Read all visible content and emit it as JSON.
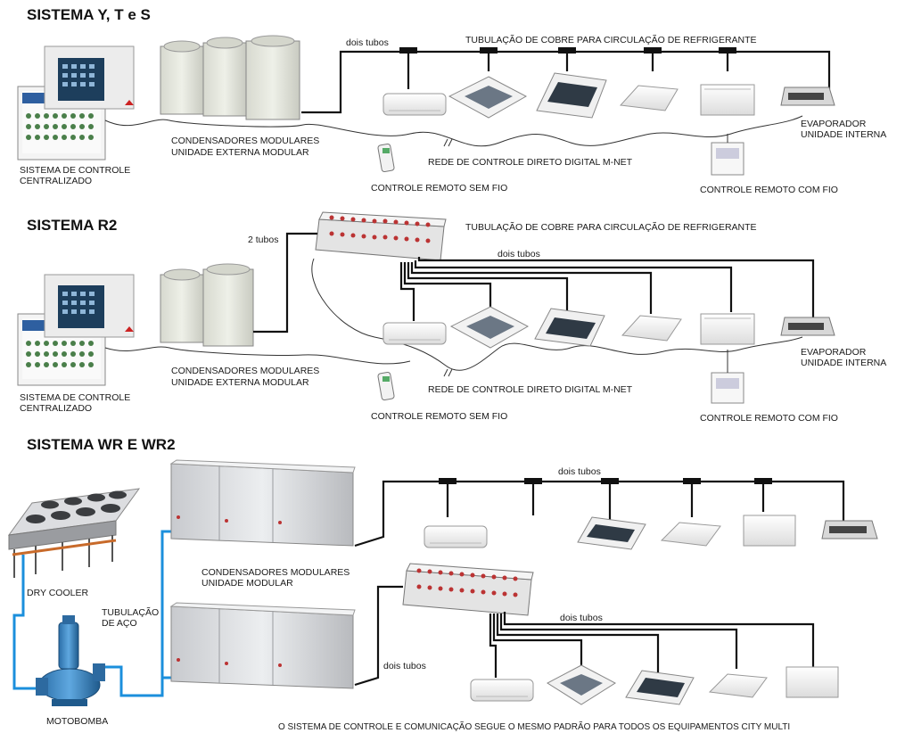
{
  "sections": {
    "ytes": {
      "title": "SISTEMA Y, T e S",
      "pipe_label_main": "TUBULAÇÃO DE COBRE PARA CIRCULAÇÃO DE REFRIGERANTE",
      "pipe_label_short": "dois tubos",
      "condenser_line1": "CONDENSADORES MODULARES",
      "condenser_line2": "UNIDADE EXTERNA MODULAR",
      "central_line1": "SISTEMA DE CONTROLE",
      "central_line2": "CENTRALIZADO",
      "mnet": "REDE DE CONTROLE DIRETO DIGITAL M-NET",
      "remote_wireless": "CONTROLE REMOTO SEM FIO",
      "remote_wired": "CONTROLE REMOTO COM FIO",
      "evap_line1": "EVAPORADOR",
      "evap_line2": "UNIDADE INTERNA"
    },
    "r2": {
      "title": "SISTEMA R2",
      "pipe_label_main": "TUBULAÇÃO DE COBRE PARA CIRCULAÇÃO DE REFRIGERANTE",
      "pipe_label_in": "2 tubos",
      "pipe_label_short": "dois tubos",
      "condenser_line1": "CONDENSADORES MODULARES",
      "condenser_line2": "UNIDADE EXTERNA MODULAR",
      "central_line1": "SISTEMA DE CONTROLE",
      "central_line2": "CENTRALIZADO",
      "mnet": "REDE DE CONTROLE DIRETO DIGITAL M-NET",
      "remote_wireless": "CONTROLE REMOTO SEM FIO",
      "remote_wired": "CONTROLE REMOTO COM FIO",
      "evap_line1": "EVAPORADOR",
      "evap_line2": "UNIDADE INTERNA"
    },
    "wr": {
      "title": "SISTEMA WR E WR2",
      "pipe_label_top": "dois tubos",
      "pipe_label_mid": "dois tubos",
      "pipe_label_left": "dois tubos",
      "condenser_line1": "CONDENSADORES MODULARES",
      "condenser_line2": "UNIDADE MODULAR",
      "dry_cooler": "DRY COOLER",
      "steel_line1": "TUBULAÇÃO",
      "steel_line2": "DE AÇO",
      "pump": "MOTOBOMBA",
      "footer": "O SISTEMA DE CONTROLE E COMUNICAÇÃO SEGUE O MESMO PADRÃO PARA TODOS OS EQUIPAMENTOS CITY MULTI"
    }
  },
  "icons": [
    "central-controller-icon",
    "condenser-icon",
    "wall-unit-icon",
    "cassette-unit-icon",
    "ceiling-unit-icon",
    "floor-unit-icon",
    "duct-unit-icon",
    "wireless-remote-icon",
    "wired-remote-icon",
    "bc-controller-icon",
    "dry-cooler-icon",
    "pump-icon"
  ],
  "colors": {
    "pipe": "#111111",
    "water": "#1b8fdc",
    "unit": "#eeeeee"
  }
}
